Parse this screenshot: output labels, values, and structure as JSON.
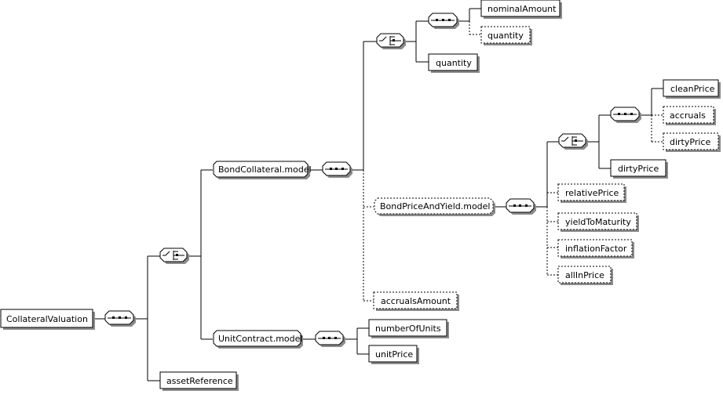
{
  "schema": {
    "root": "CollateralValuation",
    "groups": {
      "bond_collateral_model": "BondCollateral.model",
      "bond_price_and_yield_model": "BondPriceAndYield.model",
      "unit_contract_model": "UnitContract.model"
    },
    "elements": {
      "nominal_amount": "nominalAmount",
      "quantity_optional": "quantity",
      "quantity": "quantity",
      "clean_price": "cleanPrice",
      "accruals": "accruals",
      "dirty_price_optional": "dirtyPrice",
      "dirty_price": "dirtyPrice",
      "relative_price": "relativePrice",
      "yield_to_maturity": "yieldToMaturity",
      "inflation_factor": "inflationFactor",
      "all_in_price": "allInPrice",
      "accruals_amount": "accrualsAmount",
      "number_of_units": "numberOfUnits",
      "unit_price": "unitPrice",
      "asset_reference": "assetReference"
    }
  }
}
